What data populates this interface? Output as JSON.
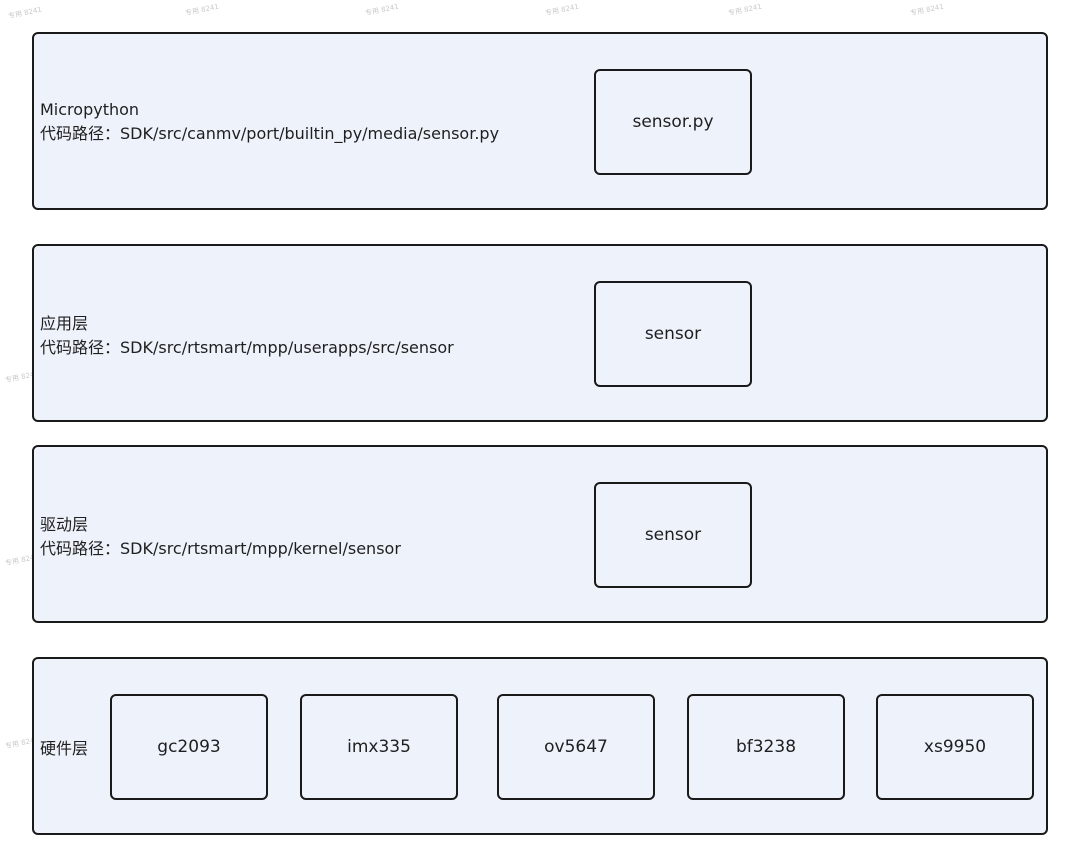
{
  "layers": [
    {
      "title": "Micropython",
      "path": "代码路径：SDK/src/canmv/port/builtin_py/media/sensor.py",
      "nodes": [
        "sensor.py"
      ]
    },
    {
      "title": "应用层",
      "path": "代码路径：SDK/src/rtsmart/mpp/userapps/src/sensor",
      "nodes": [
        "sensor"
      ]
    },
    {
      "title": "驱动层",
      "path": "代码路径：SDK/src/rtsmart/mpp/kernel/sensor",
      "nodes": [
        "sensor"
      ]
    },
    {
      "title": "硬件层",
      "nodes": [
        "gc2093",
        "imx335",
        "ov5647",
        "bf3238",
        "xs9950"
      ]
    }
  ]
}
